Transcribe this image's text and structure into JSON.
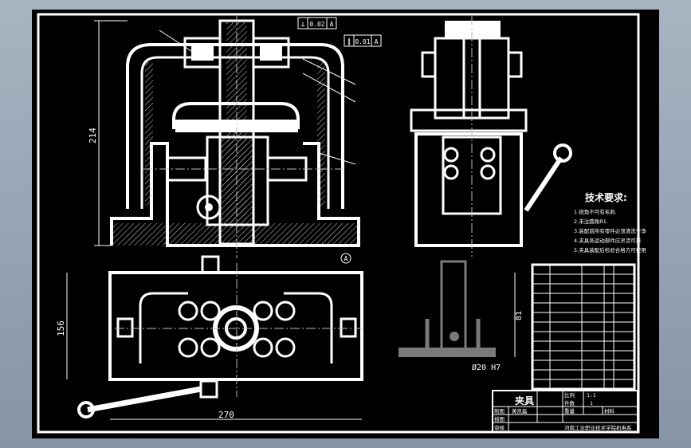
{
  "drawing": {
    "dimensions": {
      "height_front": "214",
      "width_plan": "270",
      "height_plan": "156",
      "height_side_view": "81",
      "bore_fit": "Ø20 H7"
    },
    "top_tolerances": {
      "perpendicularity": "0.02",
      "perpendicularity_datum": "A",
      "parallelism": "0.01",
      "parallelism_datum": "A"
    },
    "datum_label": "A",
    "technical_requirements": {
      "title": "技术要求:",
      "items": [
        "1.锐角不可有毛刺.",
        "2.未注圆角R1.",
        "3.装配前所有零件必须清洗干净",
        "4.夹具各运动部件应灵活可靠",
        "5.夹具装配后检验合格方可使用"
      ]
    },
    "title_block": {
      "title": "夹具",
      "scale_label": "比例",
      "scale_value": "1:1",
      "sheet_label": "件数",
      "sheet_value": "1",
      "weight_label": "重量",
      "material_label": "材料",
      "designer_label": "制图",
      "designer_name": "黄凯磊",
      "reviewer_label": "描图",
      "checker_label": "审核",
      "school": "河南工业职业技术学院机电系"
    }
  },
  "colors": {
    "background": "#8794a6",
    "sheet": "#000000",
    "line": "#ffffff",
    "hatch": "#cfcfcf",
    "centerline": "#bdbdbd",
    "muted": "#7a7a7a"
  }
}
